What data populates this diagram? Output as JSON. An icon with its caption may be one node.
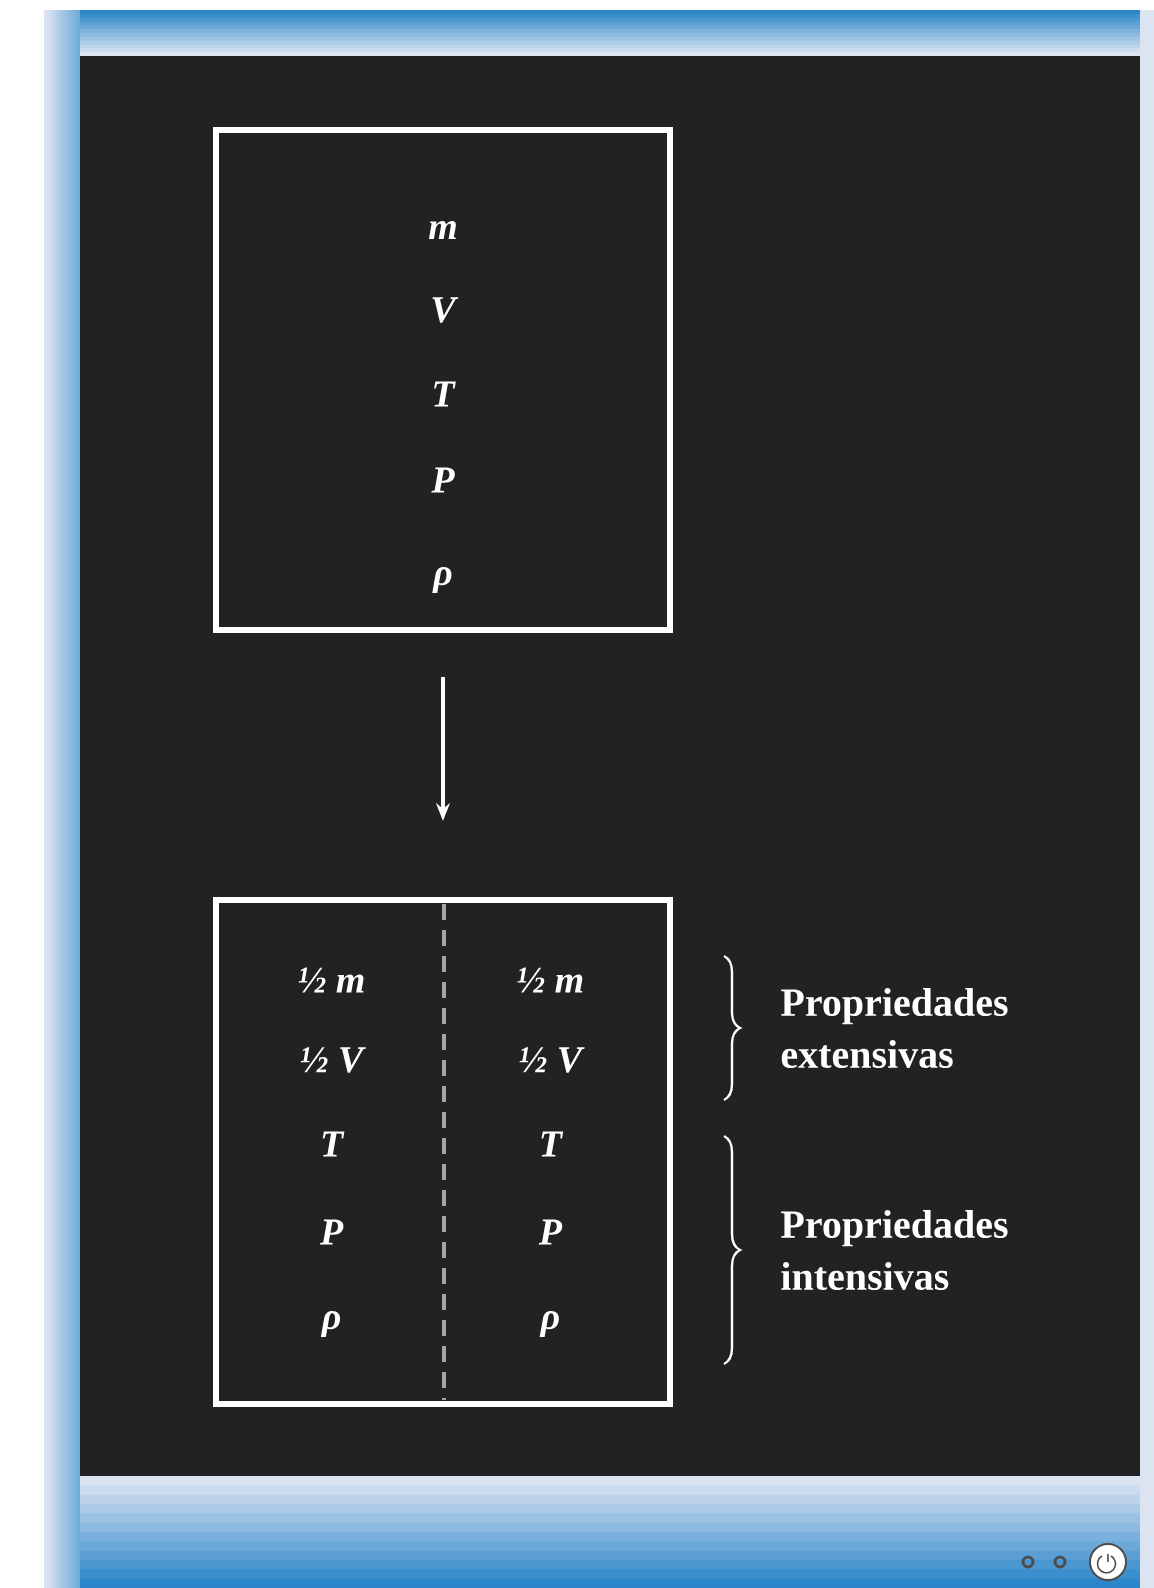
{
  "diagram": {
    "nodes": [
      {
        "text": [
          "m",
          "V",
          "T",
          "P",
          "ρ"
        ]
      },
      {
        "text": [],
        "shape": "box"
      },
      {
        "text": [
          "½ m",
          "½ V",
          "T",
          "P",
          "ρ"
        ],
        "in": 1
      },
      {
        "text": [
          "½ m",
          "½ V",
          "T",
          "P",
          "ρ"
        ],
        "in": 1
      }
    ],
    "edges": [
      {
        "from": 0,
        "to": 1,
        "arrow": "to"
      }
    ],
    "labels": [
      "Propriedades extensivas",
      "Propriedades intensivas"
    ]
  }
}
